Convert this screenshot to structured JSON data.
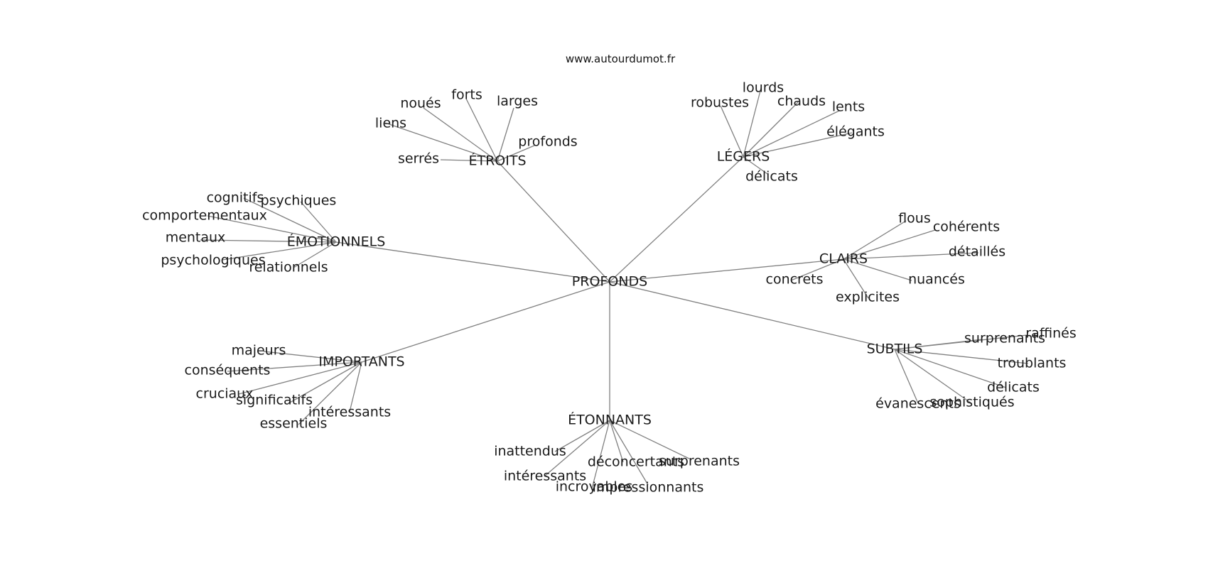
{
  "site": "www.autourdumot.fr",
  "center": "PROFONDS",
  "branches": [
    {
      "name": "ÉTROITS",
      "children": [
        "noués",
        "forts",
        "larges",
        "liens",
        "profonds",
        "serrés"
      ]
    },
    {
      "name": "LÉGERS",
      "children": [
        "robustes",
        "lourds",
        "chauds",
        "lents",
        "élégants",
        "délicats"
      ]
    },
    {
      "name": "ÉMOTIONNELS",
      "children": [
        "cognitifs",
        "psychiques",
        "comportementaux",
        "mentaux",
        "psychologiques",
        "relationnels"
      ]
    },
    {
      "name": "CLAIRS",
      "children": [
        "flous",
        "cohérents",
        "détaillés",
        "concrets",
        "nuancés",
        "explicites"
      ]
    },
    {
      "name": "IMPORTANTS",
      "children": [
        "majeurs",
        "conséquents",
        "cruciaux",
        "significatifs",
        "intéressants",
        "essentiels"
      ]
    },
    {
      "name": "SUBTILS",
      "children": [
        "raffinés",
        "surprenants",
        "troublants",
        "délicats",
        "sophistiqués",
        "évanescents"
      ]
    },
    {
      "name": "ÉTONNANTS",
      "children": [
        "inattendus",
        "intéressants",
        "déconcertants",
        "surprenants",
        "incroyables",
        "impressionnants"
      ]
    }
  ]
}
